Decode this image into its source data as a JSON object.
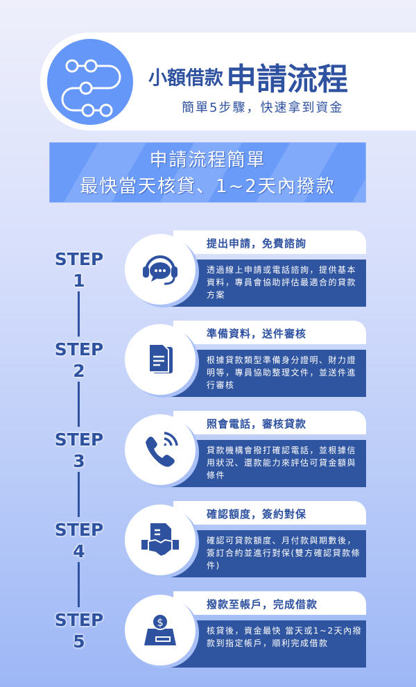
{
  "header": {
    "title_prefix": "小額借款",
    "title_main": "申請流程",
    "subtitle": "簡單5步驟，快速拿到資金",
    "icon": "workflow-icon"
  },
  "banner": {
    "line1": "申請流程簡單",
    "line2": "最快當天核貸、1~2天內撥款"
  },
  "colors": {
    "primary": "#2e51a0",
    "accent": "#6497f8",
    "card_body": "#2f54a0"
  },
  "steps": [
    {
      "label": "STEP",
      "num": "1",
      "title": "提出申請，免費諮詢",
      "desc": "透過線上申請或電話諮詢，提供基本資料，專員會協助評估最適合的貸款方案",
      "icon": "headset-chat-icon"
    },
    {
      "label": "STEP",
      "num": "2",
      "title": "準備資料，送件審核",
      "desc": "根據貸款類型準備身分證明、財力證明等，專員協助整理文件，並送件進行審核",
      "icon": "document-icon"
    },
    {
      "label": "STEP",
      "num": "3",
      "title": "照會電話，審核貸款",
      "desc": "貸款機構會撥打確認電話，並根據信用狀況、還款能力來評估可貸金額與條件",
      "icon": "phone-call-icon"
    },
    {
      "label": "STEP",
      "num": "4",
      "title": "確認額度，簽約對保",
      "desc": "確認可貸款額度、月付款與期數後，簽訂合約並進行對保(雙方確認貸款條件)",
      "icon": "handshake-contract-icon"
    },
    {
      "label": "STEP",
      "num": "5",
      "title": "撥款至帳戶，完成借款",
      "desc": "核貸後，資金最快 當天或1~2天內撥款到指定帳戶，順利完成借款",
      "icon": "money-deposit-icon"
    }
  ]
}
